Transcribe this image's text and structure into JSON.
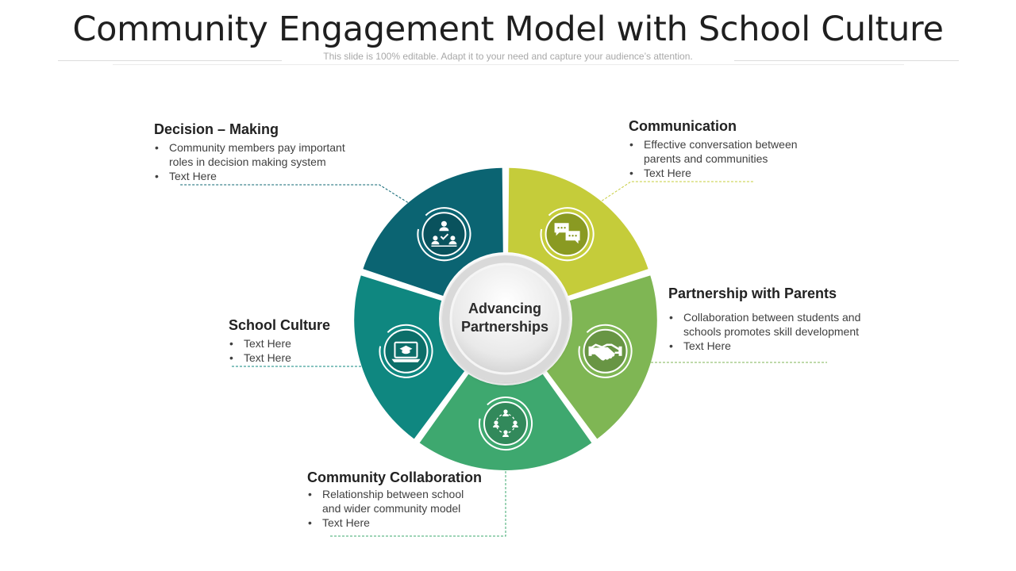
{
  "title": "Community Engagement Model with School Culture",
  "subtitle": "This slide is 100% editable. Adapt it to your need and capture your audience’s attention.",
  "center": {
    "line1": "Advancing",
    "line2": "Partnerships"
  },
  "segments": [
    {
      "key": "decision_making",
      "heading": "Decision – Making",
      "bullets": [
        "Community members pay important",
        "roles in decision making system",
        "Text Here"
      ],
      "bullet_items": [
        "Community members pay important roles in decision making system",
        "Text Here"
      ],
      "color": "#0b6472",
      "icon": "people-decision-icon"
    },
    {
      "key": "communication",
      "heading": "Communication",
      "bullets": [
        "Effective conversation between",
        "parents and  communities",
        "Text Here"
      ],
      "color": "#c5cc3a",
      "icon": "chat-bubbles-icon"
    },
    {
      "key": "partnership_parents",
      "heading": "Partnership with Parents",
      "bullets": [
        "Collaboration between students and",
        "schools promotes skill development",
        "Text Here"
      ],
      "color": "#7fb654",
      "icon": "handshake-icon"
    },
    {
      "key": "community_collaboration",
      "heading": "Community Collaboration",
      "bullets": [
        "Relationship between school",
        "and wider community model",
        "Text Here"
      ],
      "color": "#3ea86f",
      "icon": "network-people-icon"
    },
    {
      "key": "school_culture",
      "heading": "School Culture",
      "bullets": [
        "Text Here",
        "Text Here"
      ],
      "color": "#0f8780",
      "icon": "laptop-graduation-icon"
    }
  ]
}
